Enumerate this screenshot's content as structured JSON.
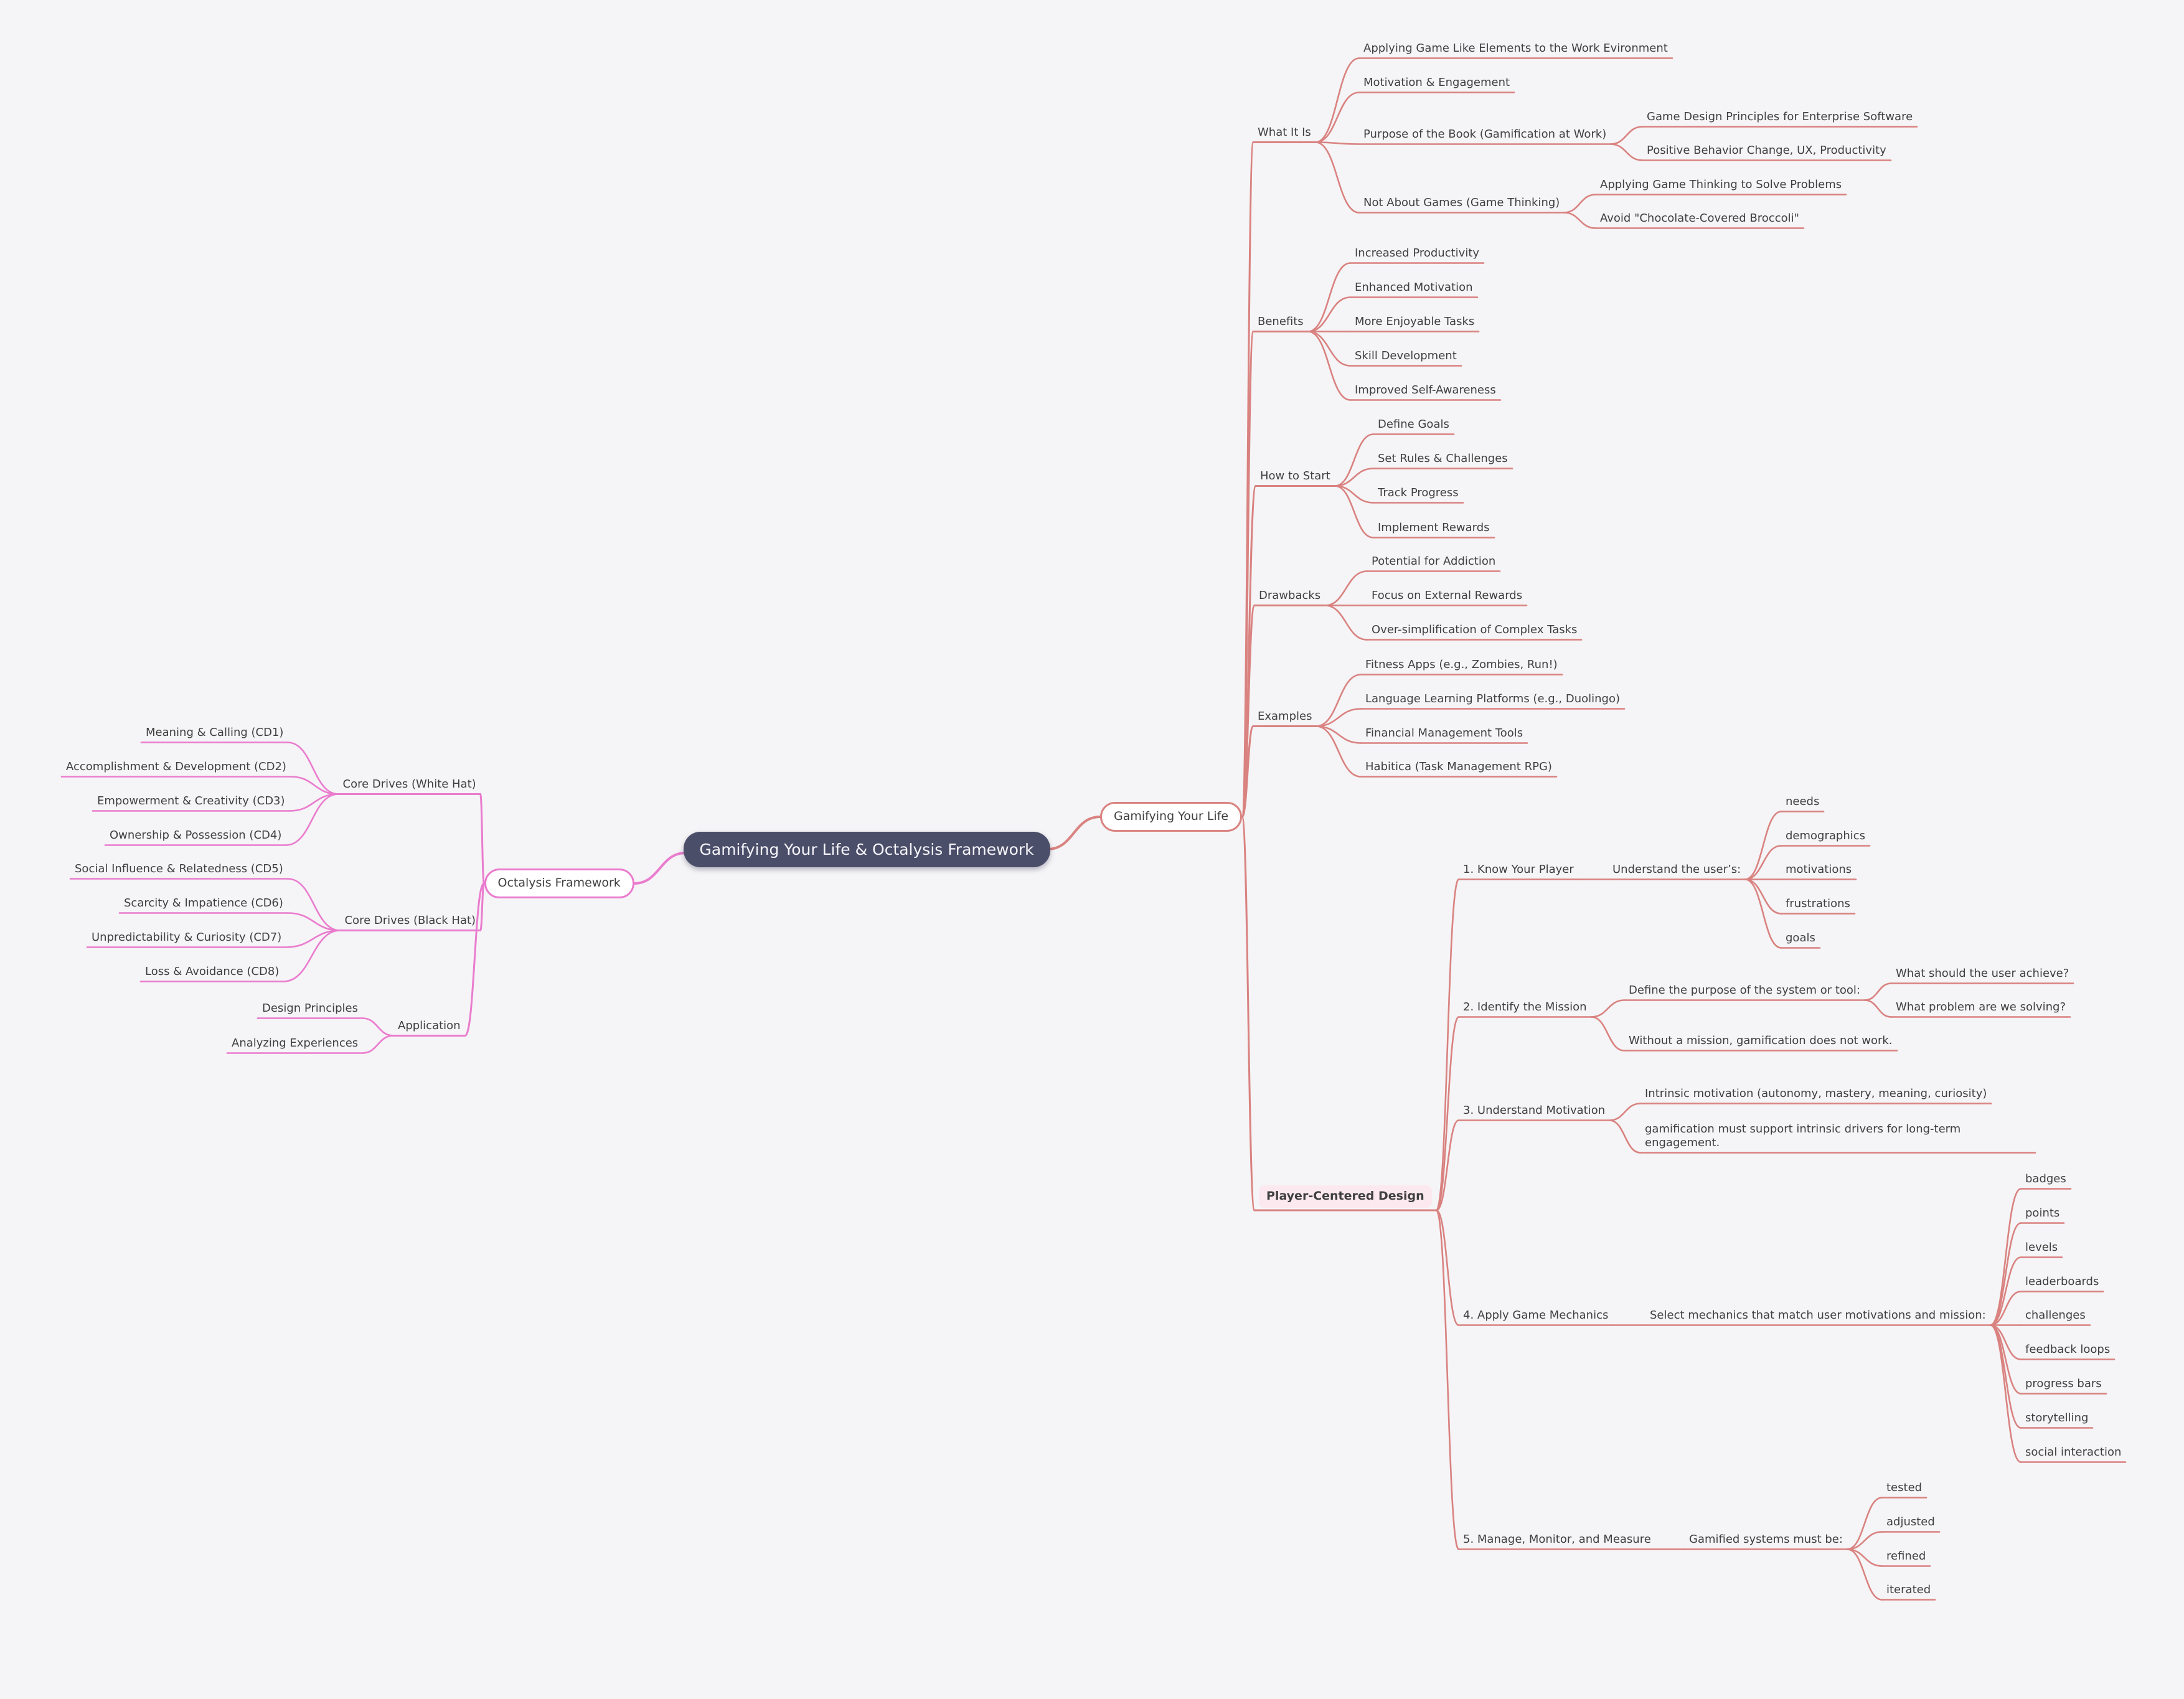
{
  "title": "Gamifying Your Life & Octalysis Framework",
  "colors": {
    "background": "#f5f4f6",
    "root_bg": "#4b4e69",
    "root_text": "#f5f5fa",
    "right_branch": "#d98280",
    "left_branch": "#ea7cce",
    "node_text": "#3f3f3f",
    "highlight_bg": "#fce9ef"
  },
  "right": {
    "label": "Gamifying Your Life",
    "children": [
      {
        "label": "What It Is",
        "children": [
          {
            "label": "Applying Game Like Elements to the Work Evironment",
            "children": []
          },
          {
            "label": "Motivation & Engagement",
            "children": []
          },
          {
            "label": "Purpose of the Book (Gamification at Work)",
            "children": [
              {
                "label": "Game Design Principles for Enterprise Software",
                "children": []
              },
              {
                "label": "Positive Behavior Change, UX, Productivity",
                "children": []
              }
            ]
          },
          {
            "label": "Not About Games (Game Thinking)",
            "children": [
              {
                "label": "Applying Game Thinking to Solve Problems",
                "children": []
              },
              {
                "label": "Avoid \"Chocolate-Covered Broccoli\"",
                "children": []
              }
            ]
          }
        ]
      },
      {
        "label": "Benefits",
        "children": [
          {
            "label": "Increased Productivity",
            "children": []
          },
          {
            "label": "Enhanced Motivation",
            "children": []
          },
          {
            "label": "More Enjoyable Tasks",
            "children": []
          },
          {
            "label": "Skill Development",
            "children": []
          },
          {
            "label": "Improved Self-Awareness",
            "children": []
          }
        ]
      },
      {
        "label": "How to Start",
        "children": [
          {
            "label": "Define Goals",
            "children": []
          },
          {
            "label": "Set Rules & Challenges",
            "children": []
          },
          {
            "label": "Track Progress",
            "children": []
          },
          {
            "label": "Implement Rewards",
            "children": []
          }
        ]
      },
      {
        "label": "Drawbacks",
        "children": [
          {
            "label": "Potential for Addiction",
            "children": []
          },
          {
            "label": "Focus on External Rewards",
            "children": []
          },
          {
            "label": "Over-simplification of Complex Tasks",
            "children": []
          }
        ]
      },
      {
        "label": "Examples",
        "children": [
          {
            "label": "Fitness Apps (e.g., Zombies, Run!)",
            "children": []
          },
          {
            "label": "Language Learning Platforms (e.g., Duolingo)",
            "children": []
          },
          {
            "label": "Financial Management Tools",
            "children": []
          },
          {
            "label": "Habitica (Task Management RPG)",
            "children": []
          }
        ]
      },
      {
        "label": "Player-Centered Design",
        "highlight": true,
        "children": [
          {
            "label": "1. Know Your Player",
            "children": [
              {
                "label": "Understand the user’s:",
                "children": [
                  {
                    "label": "needs",
                    "children": []
                  },
                  {
                    "label": "demographics",
                    "children": []
                  },
                  {
                    "label": "motivations",
                    "children": []
                  },
                  {
                    "label": "frustrations",
                    "children": []
                  },
                  {
                    "label": "goals",
                    "children": []
                  }
                ]
              }
            ]
          },
          {
            "label": "2. Identify the Mission",
            "children": [
              {
                "label": "Define the purpose of the system or tool:",
                "children": [
                  {
                    "label": "What should the user achieve?",
                    "children": []
                  },
                  {
                    "label": "What problem are we solving?",
                    "children": []
                  }
                ]
              },
              {
                "label": "Without a mission, gamification does not work.",
                "children": []
              }
            ]
          },
          {
            "label": "3. Understand Motivation",
            "children": [
              {
                "label": "Intrinsic motivation (autonomy, mastery, meaning, curiosity)",
                "children": []
              },
              {
                "label": "gamification must support intrinsic drivers for long-term engagement.",
                "children": []
              }
            ]
          },
          {
            "label": "4. Apply Game Mechanics",
            "children": [
              {
                "label": "Select mechanics that match user motivations and mission:",
                "children": [
                  {
                    "label": "badges",
                    "children": []
                  },
                  {
                    "label": "points",
                    "children": []
                  },
                  {
                    "label": "levels",
                    "children": []
                  },
                  {
                    "label": "leaderboards",
                    "children": []
                  },
                  {
                    "label": "challenges",
                    "children": []
                  },
                  {
                    "label": "feedback loops",
                    "children": []
                  },
                  {
                    "label": "progress bars",
                    "children": []
                  },
                  {
                    "label": "storytelling",
                    "children": []
                  },
                  {
                    "label": "social interaction",
                    "children": []
                  }
                ]
              }
            ]
          },
          {
            "label": "5. Manage, Monitor, and Measure",
            "children": [
              {
                "label": "Gamified systems must be:",
                "children": [
                  {
                    "label": "tested",
                    "children": []
                  },
                  {
                    "label": "adjusted",
                    "children": []
                  },
                  {
                    "label": "refined",
                    "children": []
                  },
                  {
                    "label": "iterated",
                    "children": []
                  }
                ]
              }
            ]
          }
        ]
      }
    ]
  },
  "left": {
    "label": "Octalysis Framework",
    "children": [
      {
        "label": "Core Drives (White Hat)",
        "children": [
          {
            "label": "Meaning & Calling (CD1)",
            "children": []
          },
          {
            "label": "Accomplishment & Development (CD2)",
            "children": []
          },
          {
            "label": "Empowerment & Creativity (CD3)",
            "children": []
          },
          {
            "label": "Ownership & Possession (CD4)",
            "children": []
          }
        ]
      },
      {
        "label": "Core Drives (Black Hat)",
        "children": [
          {
            "label": "Social Influence & Relatedness (CD5)",
            "children": []
          },
          {
            "label": "Scarcity & Impatience (CD6)",
            "children": []
          },
          {
            "label": "Unpredictability & Curiosity (CD7)",
            "children": []
          },
          {
            "label": "Loss & Avoidance (CD8)",
            "children": []
          }
        ]
      },
      {
        "label": "Application",
        "children": [
          {
            "label": "Design Principles",
            "children": []
          },
          {
            "label": "Analyzing Experiences",
            "children": []
          }
        ]
      }
    ]
  }
}
